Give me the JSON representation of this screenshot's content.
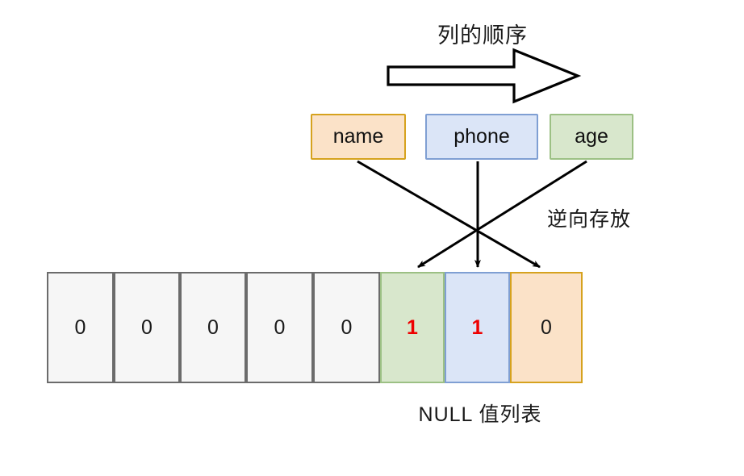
{
  "diagram": {
    "title": "列的顺序",
    "flow_arrow_icon": "block-arrow-right-icon",
    "reverse_note": "逆向存放",
    "caption": "NULL 值列表",
    "columns": [
      {
        "id": "name",
        "label": "name",
        "fill": "#fbe2c8",
        "stroke": "#d6a21e"
      },
      {
        "id": "phone",
        "label": "phone",
        "fill": "#dbe5f7",
        "stroke": "#7f9fd3"
      },
      {
        "id": "age",
        "label": "age",
        "fill": "#d8e7cc",
        "stroke": "#9cc084"
      }
    ],
    "null_bitmap": {
      "cells": [
        {
          "value": "0",
          "kind": "gray",
          "fill": "#f6f6f6",
          "stroke": "#6b6b6b",
          "text_color": "#1a1a1a"
        },
        {
          "value": "0",
          "kind": "gray",
          "fill": "#f6f6f6",
          "stroke": "#6b6b6b",
          "text_color": "#1a1a1a"
        },
        {
          "value": "0",
          "kind": "gray",
          "fill": "#f6f6f6",
          "stroke": "#6b6b6b",
          "text_color": "#1a1a1a"
        },
        {
          "value": "0",
          "kind": "gray",
          "fill": "#f6f6f6",
          "stroke": "#6b6b6b",
          "text_color": "#1a1a1a"
        },
        {
          "value": "0",
          "kind": "gray",
          "fill": "#f6f6f6",
          "stroke": "#6b6b6b",
          "text_color": "#1a1a1a"
        },
        {
          "value": "1",
          "kind": "green",
          "fill": "#d8e7cc",
          "stroke": "#9cc084",
          "text_color": "#ee0000"
        },
        {
          "value": "1",
          "kind": "blue",
          "fill": "#dbe5f7",
          "stroke": "#7f9fd3",
          "text_color": "#ee0000"
        },
        {
          "value": "0",
          "kind": "orange",
          "fill": "#fbe2c8",
          "stroke": "#d6a21e",
          "text_color": "#1a1a1a"
        }
      ]
    },
    "mappings": [
      {
        "from": "name",
        "to_cell_index": 7,
        "arrow": "down-right-arrow-icon"
      },
      {
        "from": "phone",
        "to_cell_index": 6,
        "arrow": "down-arrow-icon"
      },
      {
        "from": "age",
        "to_cell_index": 5,
        "arrow": "down-left-arrow-icon"
      }
    ],
    "colors": {
      "background": "#ffffff",
      "line": "#000000",
      "highlight_text": "#ee0000",
      "default_text": "#1a1a1a"
    }
  }
}
